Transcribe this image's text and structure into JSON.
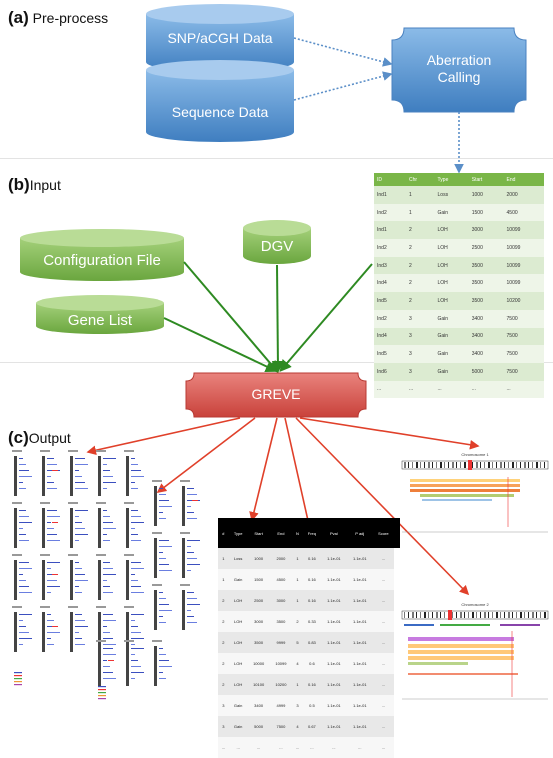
{
  "sections": {
    "a": {
      "letter": "(a)",
      "title": " Pre-process"
    },
    "b": {
      "letter": "(b)",
      "title": "Input"
    },
    "c": {
      "letter": "(c)",
      "title": "Output"
    }
  },
  "preprocess": {
    "db1": "SNP/aCGH Data",
    "db2": "Sequence Data",
    "calling_line1": "Aberration",
    "calling_line2": "Calling"
  },
  "inputs": {
    "config": "Configuration File",
    "dgv": "DGV",
    "genelist": "Gene List"
  },
  "greve": "GREVE",
  "input_table": {
    "headers": [
      "ID",
      "Chr",
      "Type",
      "Start",
      "End"
    ],
    "rows": [
      [
        "Ind1",
        "1",
        "Loss",
        "1000",
        "2000"
      ],
      [
        "Ind2",
        "1",
        "Gain",
        "1500",
        "4500"
      ],
      [
        "Ind1",
        "2",
        "LOH",
        "3000",
        "10099"
      ],
      [
        "Ind2",
        "2",
        "LOH",
        "2500",
        "10099"
      ],
      [
        "Ind3",
        "2",
        "LOH",
        "3500",
        "10099"
      ],
      [
        "Ind4",
        "2",
        "LOH",
        "3500",
        "10099"
      ],
      [
        "Ind5",
        "2",
        "LOH",
        "3500",
        "10200"
      ],
      [
        "Ind2",
        "3",
        "Gain",
        "3400",
        "7500"
      ],
      [
        "Ind4",
        "3",
        "Gain",
        "3400",
        "7500"
      ],
      [
        "Ind5",
        "3",
        "Gain",
        "3400",
        "7500"
      ],
      [
        "Ind6",
        "3",
        "Gain",
        "5000",
        "7500"
      ],
      [
        "...",
        "...",
        "...",
        "...",
        "..."
      ]
    ]
  },
  "output_table": {
    "headers": [
      "#",
      "Type",
      "Start",
      "End",
      "N",
      "Freq",
      "Pval",
      "P adj",
      "Score",
      ""
    ],
    "rows": [
      [
        "1",
        "Loss",
        "1000",
        "2000",
        "1",
        "0.16",
        "1.1e-01",
        "1.1e-01",
        "..."
      ],
      [
        "1",
        "Gain",
        "1500",
        "4500",
        "1",
        "0.16",
        "1.1e-01",
        "1.1e-01",
        "..."
      ],
      [
        "2",
        "LOH",
        "2500",
        "3000",
        "1",
        "0.16",
        "1.1e-01",
        "1.1e-01",
        "..."
      ],
      [
        "2",
        "LOH",
        "3000",
        "3500",
        "2",
        "0.33",
        "1.1e-01",
        "1.1e-01",
        "..."
      ],
      [
        "2",
        "LOH",
        "3500",
        "9999",
        "5",
        "0.83",
        "1.1e-01",
        "1.1e-01",
        "..."
      ],
      [
        "2",
        "LOH",
        "10000",
        "10099",
        "4",
        "0.6",
        "1.1e-01",
        "1.1e-01",
        "..."
      ],
      [
        "2",
        "LOH",
        "10100",
        "10200",
        "1",
        "0.16",
        "1.1e-01",
        "1.1e-01",
        "..."
      ],
      [
        "3",
        "Gain",
        "3400",
        "4999",
        "3",
        "0.5",
        "1.1e-01",
        "1.1e-01",
        "..."
      ],
      [
        "3",
        "Gain",
        "5000",
        "7500",
        "4",
        "0.67",
        "1.1e-01",
        "1.1e-01",
        "..."
      ],
      [
        "...",
        "...",
        "...",
        "...",
        "...",
        "...",
        "...",
        "...",
        "..."
      ]
    ]
  },
  "browser_titles": [
    "Chromosome 1",
    "Chromosome 2"
  ],
  "colors": {
    "db_blue": "#5b9bd5",
    "node_green": "#7ab648",
    "greve_red": "#d9534f",
    "arrow_green": "#3a8d2a",
    "arrow_red": "#e0402a",
    "dotted_blue": "#5b8fc8"
  }
}
